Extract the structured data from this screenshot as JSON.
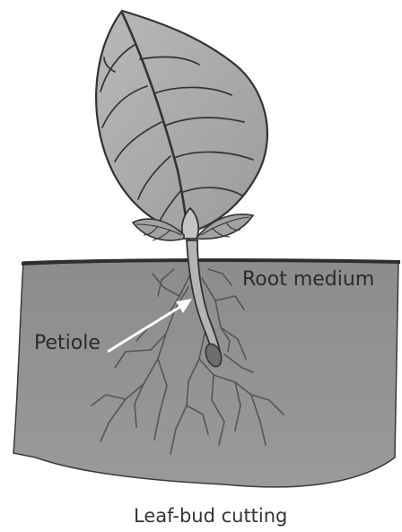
{
  "labels": {
    "root_medium": "Root medium",
    "petiole": "Petiole"
  },
  "caption": "Leaf-bud cutting",
  "colors": {
    "medium_fill": "#8e8e8e",
    "leaf_fill": "#a9a9a9",
    "outline": "#3a3a3a",
    "arrow": "#ffffff"
  }
}
